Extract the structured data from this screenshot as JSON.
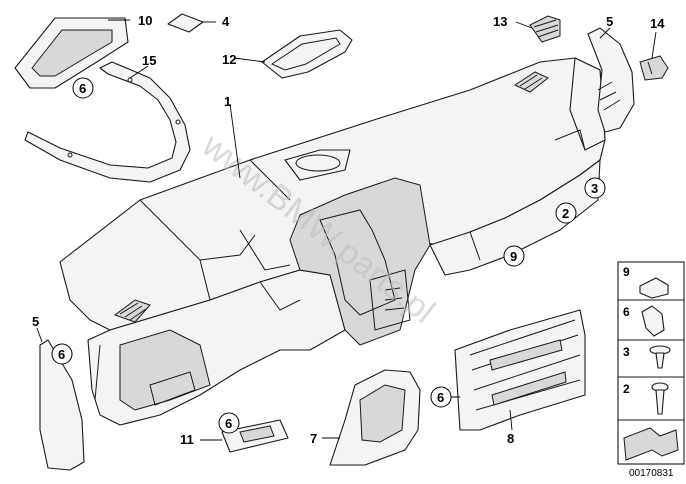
{
  "watermark": "www.BMW.parts.pl",
  "diagram_code": "00170831",
  "callouts": {
    "c1": "1",
    "c2": "2",
    "c3": "3",
    "c4": "4",
    "c5a": "5",
    "c5b": "5",
    "c6a": "6",
    "c6b": "6",
    "c6c": "6",
    "c6d": "6",
    "c7": "7",
    "c8": "8",
    "c9": "9",
    "c10": "10",
    "c11": "11",
    "c12": "12",
    "c13": "13",
    "c14": "14",
    "c15": "15"
  },
  "legend": {
    "items": [
      {
        "num": "9"
      },
      {
        "num": "6"
      },
      {
        "num": "3"
      },
      {
        "num": "2"
      }
    ]
  }
}
